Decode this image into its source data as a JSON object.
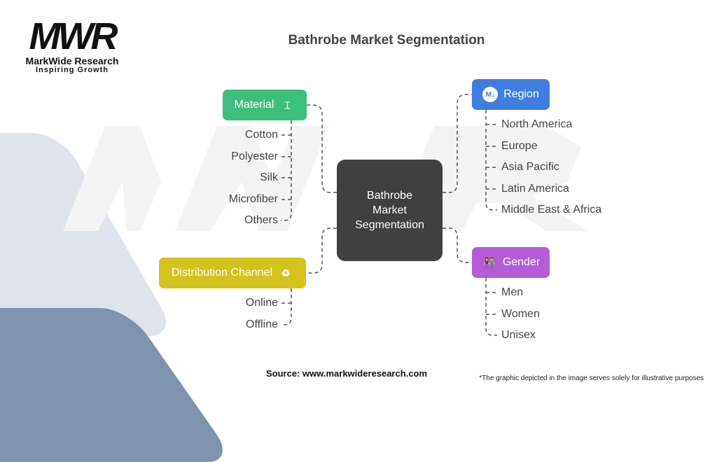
{
  "logo": {
    "mark": "MWR",
    "name": "MarkWide Research",
    "tagline": "Inspiring Growth"
  },
  "title": "Bathrobe Market Segmentation",
  "center": "Bathrobe Market Segmentation",
  "material": {
    "label": "Material",
    "color": "#3dbf7b",
    "icon": "pillar-icon",
    "items": [
      "Cotton",
      "Polyester",
      "Silk",
      "Microfiber",
      "Others"
    ]
  },
  "distribution": {
    "label": "Distribution Channel",
    "color": "#d4c31c",
    "icon": "recycle-icon",
    "items": [
      "Online",
      "Offline"
    ]
  },
  "region": {
    "label": "Region",
    "color": "#3f7ee0",
    "icon": "markdown-icon",
    "items": [
      "North America",
      "Europe",
      "Asia Pacific",
      "Latin America",
      "Middle East & Africa"
    ]
  },
  "gender": {
    "label": "Gender",
    "color": "#b45bd8",
    "icon": "people-icon",
    "items": [
      "Men",
      "Women",
      "Unisex"
    ]
  },
  "source": "Source: www.markwideresearch.com",
  "footnote": "*The graphic depicted in the image serves solely for illustrative purposes"
}
